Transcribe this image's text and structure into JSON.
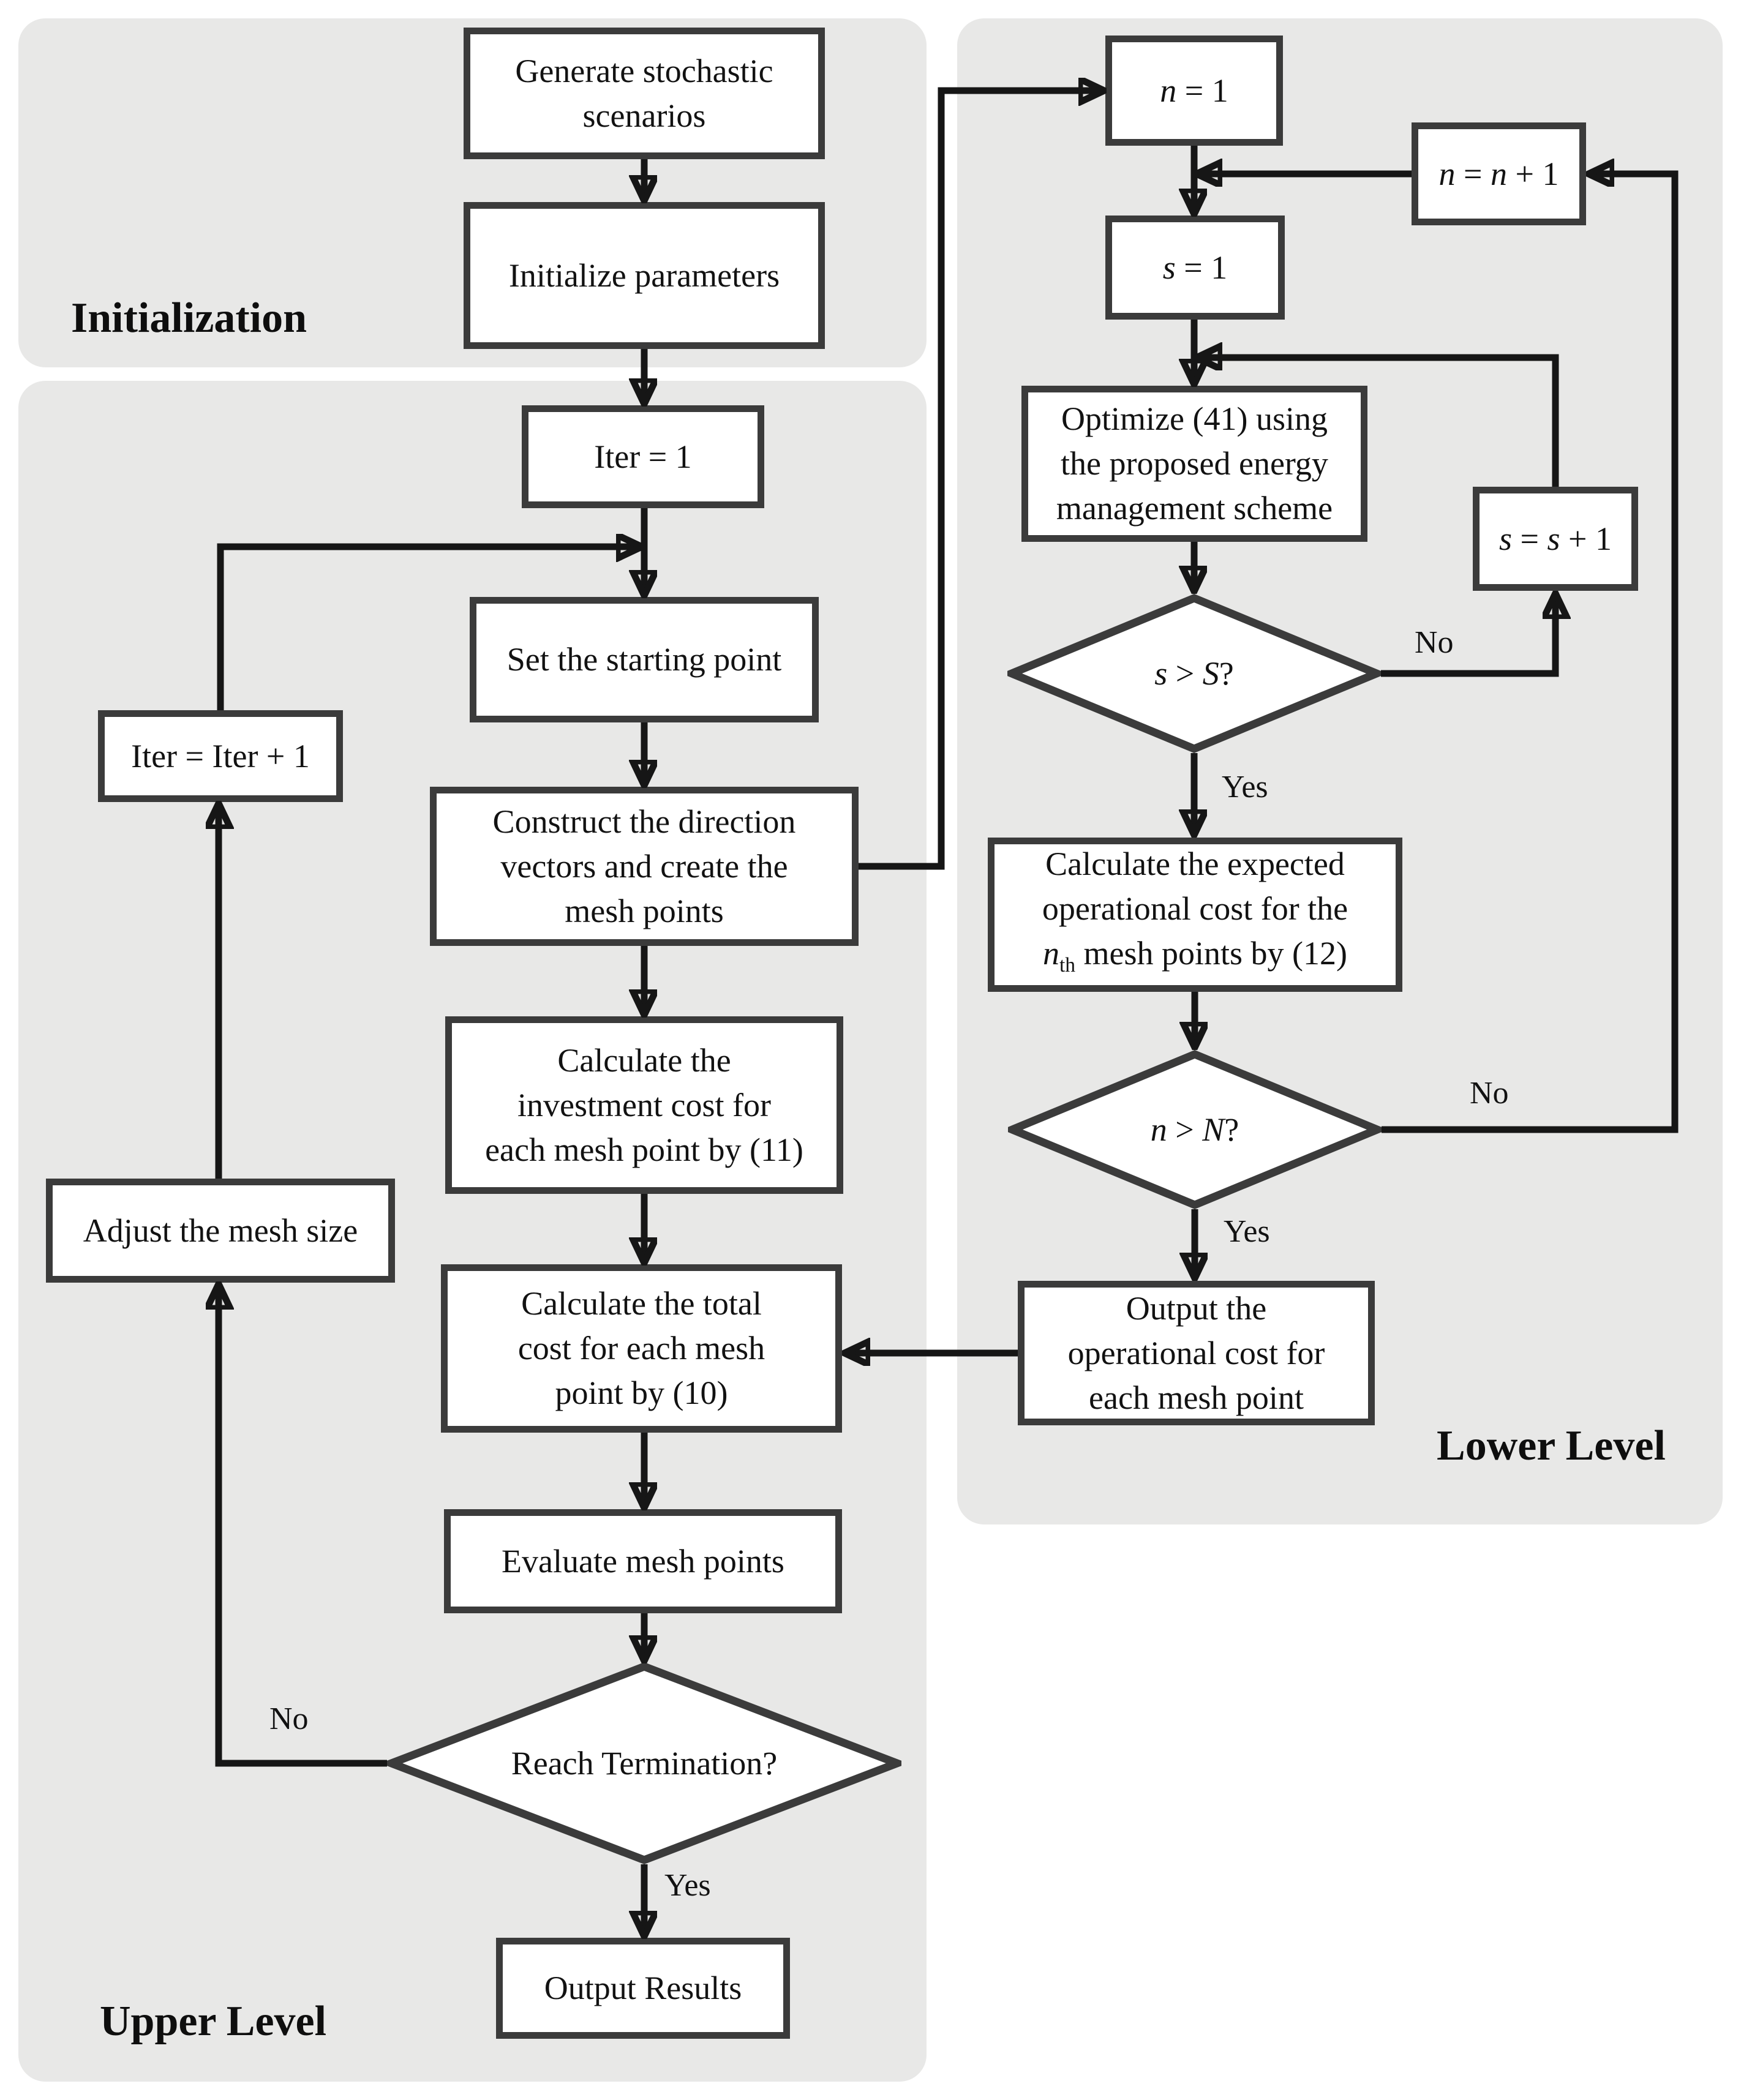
{
  "regions": {
    "initialization": {
      "label": "Initialization"
    },
    "upper": {
      "label": "Upper Level"
    },
    "lower": {
      "label": "Lower Level"
    }
  },
  "labels": {
    "yes": "Yes",
    "no": "No"
  },
  "colors": {
    "region_fill": "#e8e8e7",
    "box_fill": "#ffffff",
    "box_border": "#3b3b3b",
    "connector": "#161616",
    "text": "#121212"
  },
  "nodes": {
    "generate": {
      "lines": [
        [
          {
            "t": "Generate stochastic"
          }
        ],
        [
          {
            "t": "scenarios"
          }
        ]
      ]
    },
    "init_params": {
      "lines": [
        [
          {
            "t": "Initialize parameters"
          }
        ]
      ]
    },
    "iter1": {
      "lines": [
        [
          {
            "t": "Iter = 1"
          }
        ]
      ]
    },
    "set_start": {
      "lines": [
        [
          {
            "t": "Set the starting point"
          }
        ]
      ]
    },
    "construct": {
      "lines": [
        [
          {
            "t": "Construct the direction"
          }
        ],
        [
          {
            "t": "vectors and create the"
          }
        ],
        [
          {
            "t": "mesh points"
          }
        ]
      ]
    },
    "calc_invest": {
      "lines": [
        [
          {
            "t": "Calculate the"
          }
        ],
        [
          {
            "t": "investment cost for"
          }
        ],
        [
          {
            "t": "each mesh point by (11)"
          }
        ]
      ]
    },
    "calc_total": {
      "lines": [
        [
          {
            "t": "Calculate the total"
          }
        ],
        [
          {
            "t": "cost for each mesh"
          }
        ],
        [
          {
            "t": "point by (10)"
          }
        ]
      ]
    },
    "evaluate": {
      "lines": [
        [
          {
            "t": "Evaluate mesh points"
          }
        ]
      ]
    },
    "reach_term": {
      "lines": [
        [
          {
            "t": "Reach Termination?"
          }
        ]
      ]
    },
    "output_results": {
      "lines": [
        [
          {
            "t": "Output Results"
          }
        ]
      ]
    },
    "iter_inc": {
      "lines": [
        [
          {
            "t": "Iter = Iter + 1"
          }
        ]
      ]
    },
    "adjust_mesh": {
      "lines": [
        [
          {
            "t": "Adjust the mesh size"
          }
        ]
      ]
    },
    "n1": {
      "lines": [
        [
          {
            "t": "n",
            "i": true
          },
          {
            "t": " = 1"
          }
        ]
      ]
    },
    "n_inc": {
      "lines": [
        [
          {
            "t": "n",
            "i": true
          },
          {
            "t": " = "
          },
          {
            "t": "n",
            "i": true
          },
          {
            "t": " + 1"
          }
        ]
      ]
    },
    "s1": {
      "lines": [
        [
          {
            "t": "s",
            "i": true
          },
          {
            "t": " = 1"
          }
        ]
      ]
    },
    "optimize": {
      "lines": [
        [
          {
            "t": "Optimize (41) using"
          }
        ],
        [
          {
            "t": "the proposed energy"
          }
        ],
        [
          {
            "t": "management scheme"
          }
        ]
      ]
    },
    "s_inc": {
      "lines": [
        [
          {
            "t": "s",
            "i": true
          },
          {
            "t": " = "
          },
          {
            "t": "s",
            "i": true
          },
          {
            "t": " + 1"
          }
        ]
      ]
    },
    "s_gt_S": {
      "lines": [
        [
          {
            "t": "s",
            "i": true
          },
          {
            "t": " > "
          },
          {
            "t": "S",
            "i": true
          },
          {
            "t": "?"
          }
        ]
      ]
    },
    "calc_expected": {
      "lines": [
        [
          {
            "t": "Calculate the expected"
          }
        ],
        [
          {
            "t": "operational cost for the"
          }
        ],
        [
          {
            "t": "n",
            "i": true
          },
          {
            "t": "th",
            "sub": true
          },
          {
            "t": " mesh points by (12)"
          }
        ]
      ]
    },
    "n_gt_N": {
      "lines": [
        [
          {
            "t": "n",
            "i": true
          },
          {
            "t": " > "
          },
          {
            "t": "N",
            "i": true
          },
          {
            "t": "?"
          }
        ]
      ]
    },
    "output_op": {
      "lines": [
        [
          {
            "t": "Output the"
          }
        ],
        [
          {
            "t": "operational cost for"
          }
        ],
        [
          {
            "t": "each mesh point"
          }
        ]
      ]
    }
  }
}
